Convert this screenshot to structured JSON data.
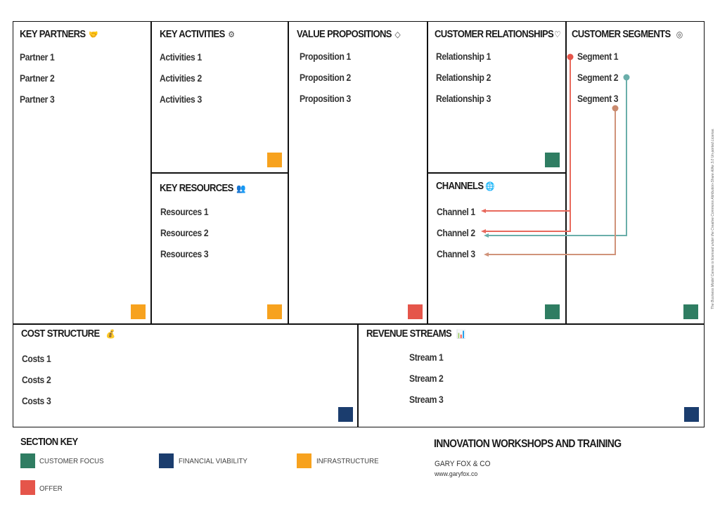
{
  "colors": {
    "customer_focus": "#2f7d62",
    "financial_viability": "#1b3d6e",
    "infrastructure": "#f7a21e",
    "offer": "#e5554a",
    "line_red": "#e8695c",
    "line_teal": "#6aaeaa",
    "line_brown": "#d0937a"
  },
  "blocks": {
    "key_partners": {
      "title": "KEY PARTNERS",
      "icon": "handshake-icon",
      "items": [
        "Partner 1",
        "Partner 2",
        "Partner 3"
      ]
    },
    "key_activities": {
      "title": "KEY ACTIVITIES",
      "icon": "gears-icon",
      "items": [
        "Activities 1",
        "Activities 2",
        "Activities 3"
      ]
    },
    "key_resources": {
      "title": "KEY RESOURCES",
      "icon": "people-icon",
      "items": [
        "Resources 1",
        "Resources 2",
        "Resources 3"
      ]
    },
    "value_propositions": {
      "title": "VALUE PROPOSITIONS",
      "icon": "diamond-icon",
      "items": [
        "Proposition 1",
        "Proposition 2",
        "Proposition 3"
      ]
    },
    "customer_relationships": {
      "title": "CUSTOMER RELATIONSHIPS",
      "icon": "heart-icon",
      "items": [
        "Relationship 1",
        "Relationship 2",
        "Relationship 3"
      ]
    },
    "channels": {
      "title": "CHANNELS",
      "icon": "globe-icon",
      "items": [
        "Channel 1",
        "Channel 2",
        "Channel 3"
      ]
    },
    "customer_segments": {
      "title": "CUSTOMER SEGMENTS",
      "icon": "target-icon",
      "items": [
        "Segment 1",
        "Segment 2",
        "Segment 3"
      ]
    },
    "cost_structure": {
      "title": "COST STRUCTURE",
      "icon": "money-bag-icon",
      "items": [
        "Costs 1",
        "Costs 2",
        "Costs 3"
      ]
    },
    "revenue_streams": {
      "title": "REVENUE STREAMS",
      "icon": "bar-chart-icon",
      "items": [
        "Stream 1",
        "Stream 2",
        "Stream 3"
      ]
    }
  },
  "section_key": {
    "title": "SECTION KEY",
    "entries": [
      "CUSTOMER FOCUS",
      "FINANCIAL VIABILITY",
      "INFRASTRUCTURE",
      "OFFER"
    ]
  },
  "footer": {
    "title": "INNOVATION WORKSHOPS AND TRAINING",
    "company": "GARY FOX & CO",
    "website": "www.garyfox.co"
  },
  "license": "The Business Model Canvas is licensed under the Creative Commons Attribution-Share Alike 3.0 Un-ported License."
}
